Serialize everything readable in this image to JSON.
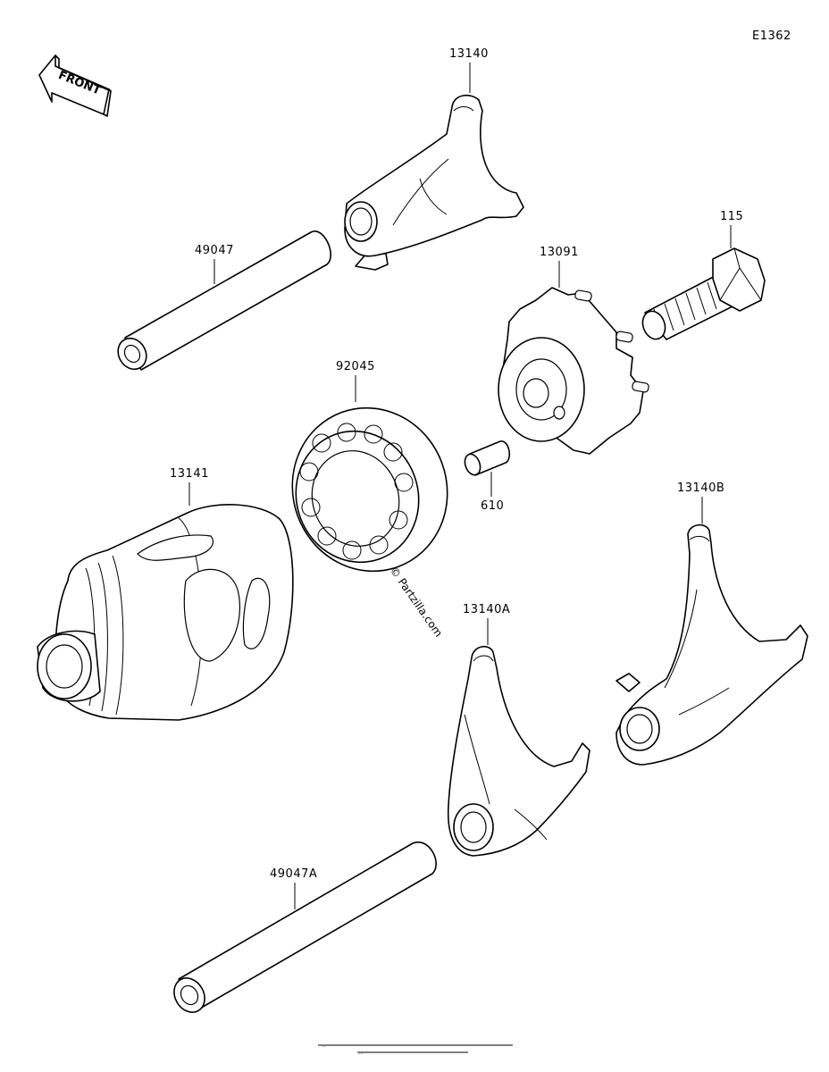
{
  "diagram": {
    "code": "E1362",
    "front_label": "FRONT",
    "watermark": "© Partzilla.com",
    "footer_line1": "...",
    "footer_line2": "...",
    "parts": [
      {
        "id": "13140",
        "label": "13140"
      },
      {
        "id": "49047",
        "label": "49047"
      },
      {
        "id": "115",
        "label": "115"
      },
      {
        "id": "13091",
        "label": "13091"
      },
      {
        "id": "92045",
        "label": "92045"
      },
      {
        "id": "13141",
        "label": "13141"
      },
      {
        "id": "610",
        "label": "610"
      },
      {
        "id": "13140B",
        "label": "13140B"
      },
      {
        "id": "13140A",
        "label": "13140A"
      },
      {
        "id": "49047A",
        "label": "49047A"
      }
    ]
  }
}
